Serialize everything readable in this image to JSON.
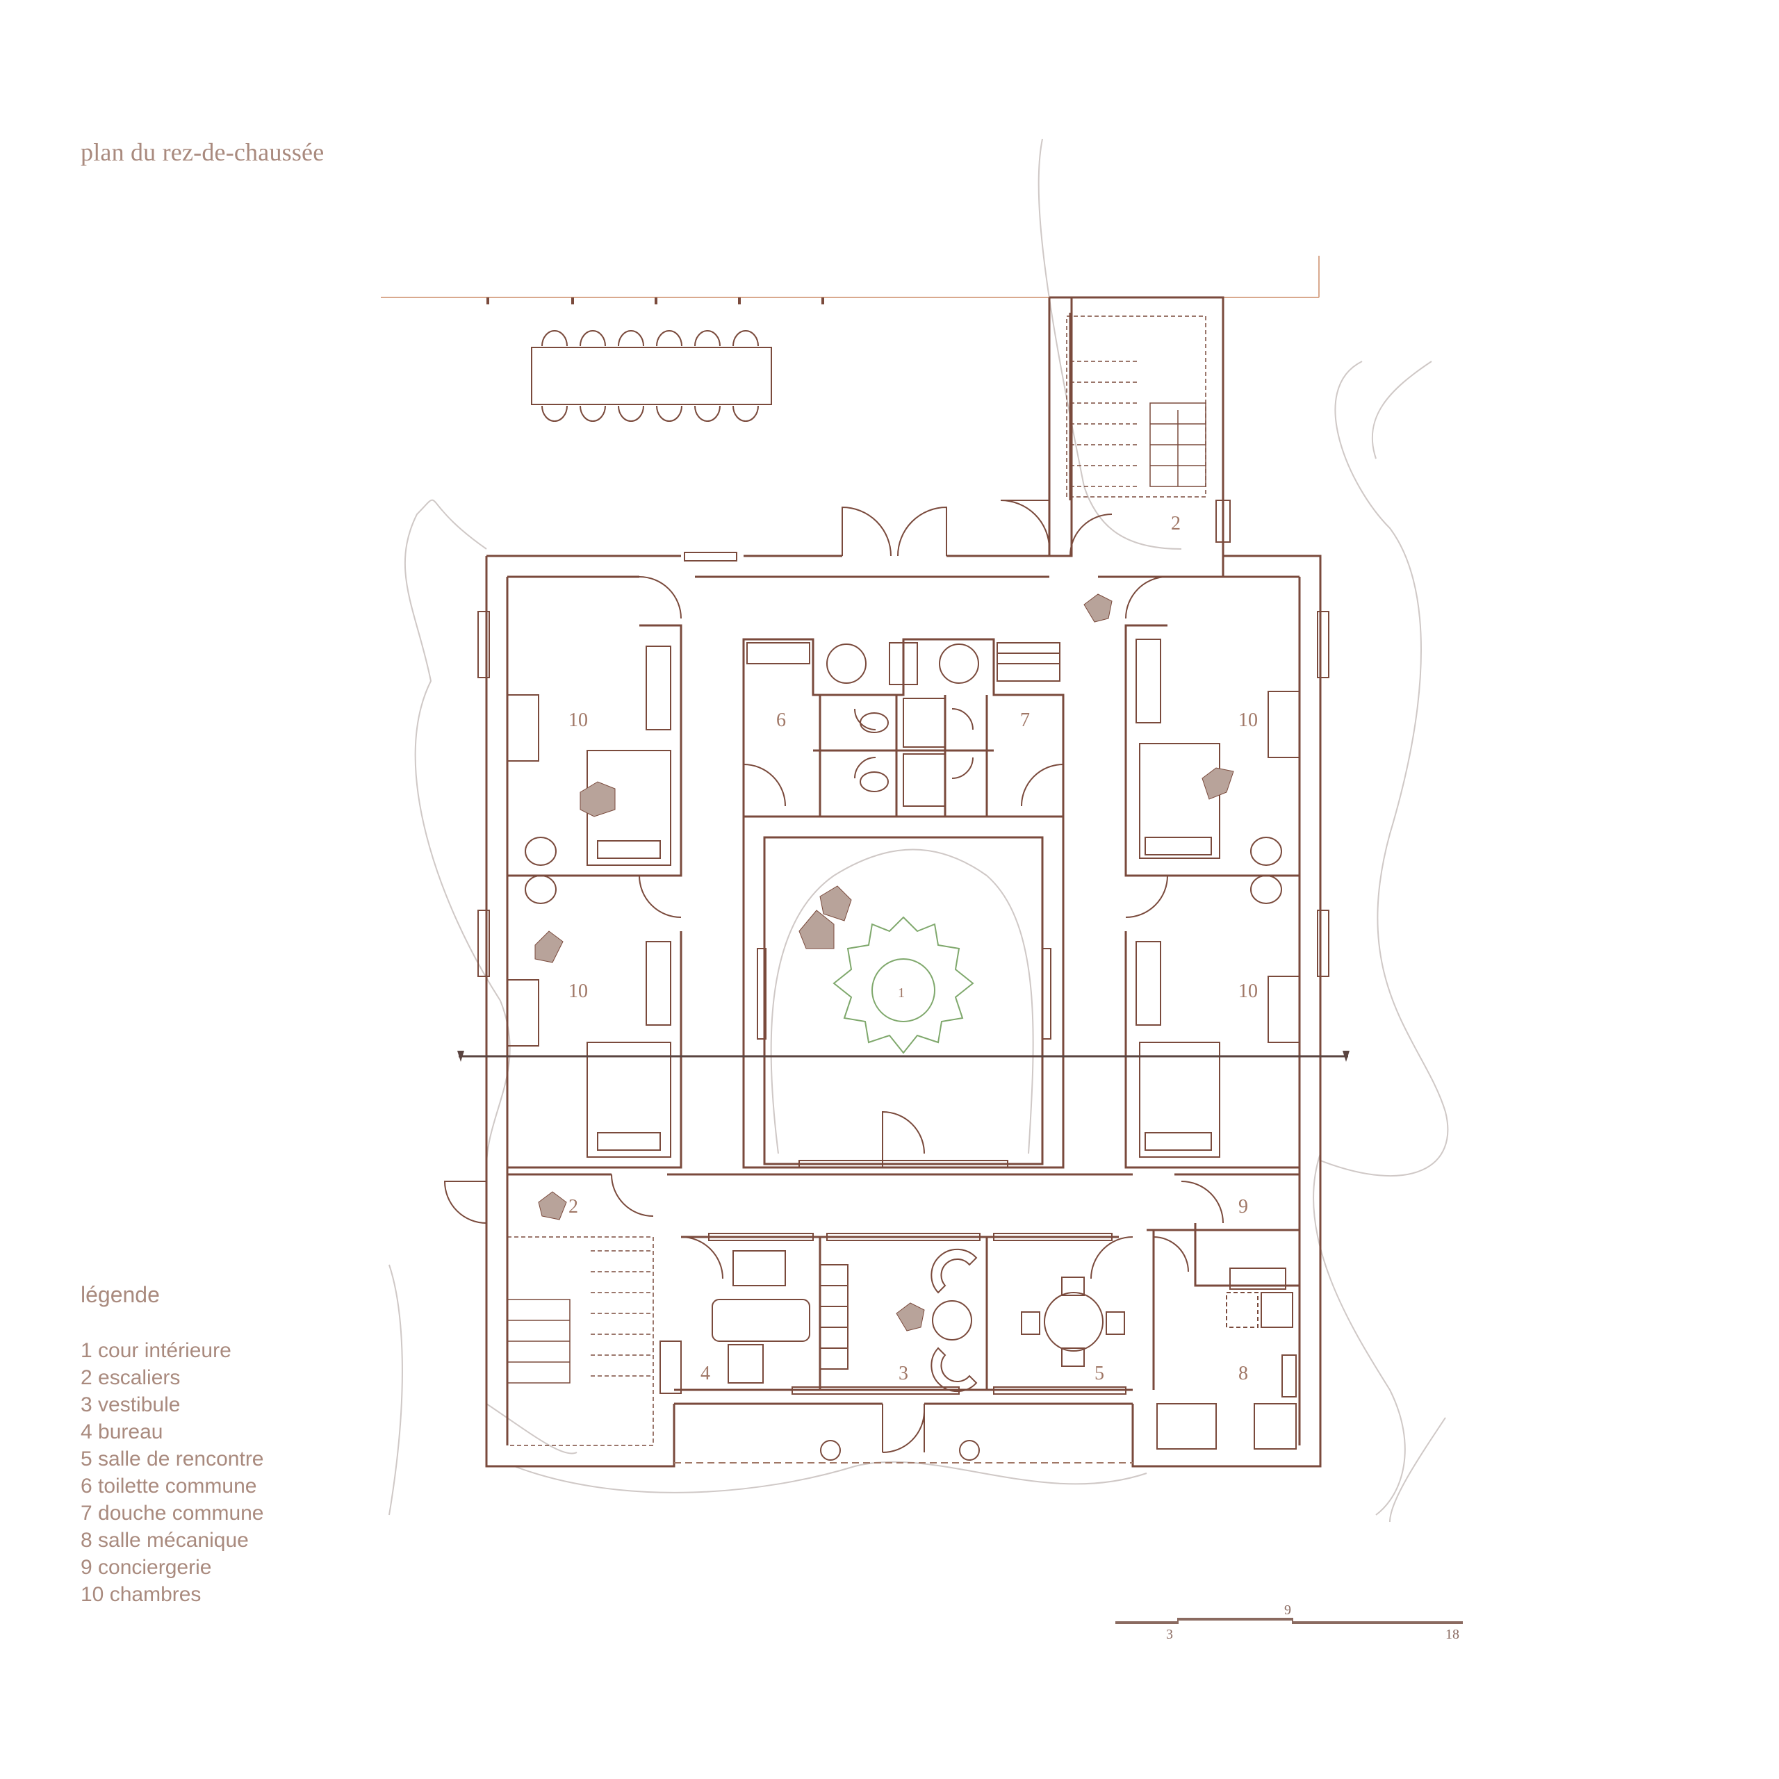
{
  "title": "plan du rez-de-chaussée",
  "legend": {
    "heading": "légende",
    "items": [
      {
        "n": "1",
        "label": "1 cour intérieure"
      },
      {
        "n": "2",
        "label": "2 escaliers"
      },
      {
        "n": "3",
        "label": "3 vestibule"
      },
      {
        "n": "4",
        "label": "4 bureau"
      },
      {
        "n": "5",
        "label": "5 salle de rencontre"
      },
      {
        "n": "6",
        "label": "6 toilette commune"
      },
      {
        "n": "7",
        "label": "7 douche commune"
      },
      {
        "n": "8",
        "label": "8 salle mécanique"
      },
      {
        "n": "9",
        "label": "9 conciergerie"
      },
      {
        "n": "10",
        "label": "10 chambres"
      }
    ]
  },
  "room_labels": {
    "courtyard": "1",
    "stair_top": "2",
    "stair_bottom": "2",
    "vestibule": "3",
    "office": "4",
    "meeting": "5",
    "toilet": "6",
    "shower": "7",
    "mechanical": "8",
    "concierge": "9",
    "room_nw": "10",
    "room_ne": "10",
    "room_w": "10",
    "room_e": "10"
  },
  "scale_bar": {
    "mid": "9",
    "left": "3",
    "right": "18"
  },
  "colors": {
    "wall": "#7a4a3c",
    "line": "#a07766",
    "site": "#c9c2c0",
    "plant": "#7fa86c",
    "person": "#a89088"
  }
}
